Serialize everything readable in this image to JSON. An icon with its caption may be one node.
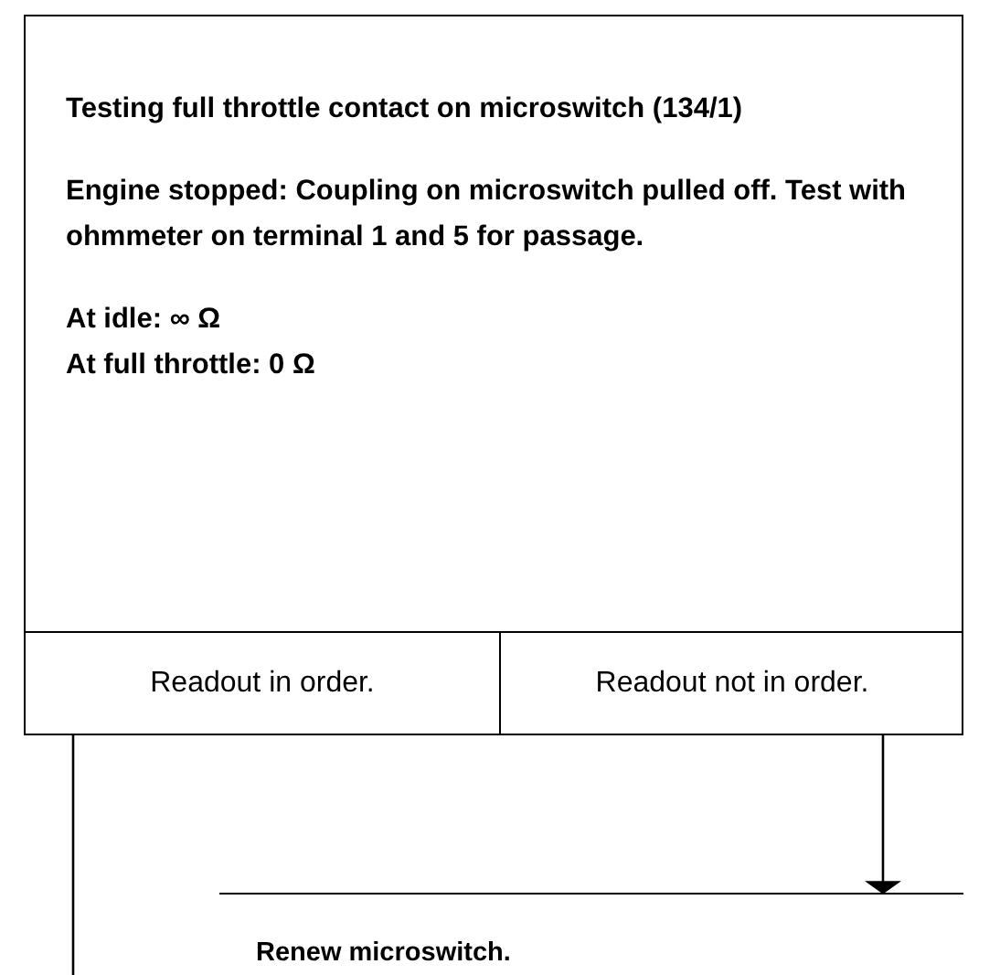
{
  "diagram": {
    "nodes": [
      {
        "text": [
          "Testing full throttle contact on microswitch (134/1)",
          "Engine stopped: Coupling on microswitch pulled off. Test with ohmmeter on terminal 1 and 5 for passage.",
          "At idle: ∞ Ω",
          "At full throttle: 0 Ω"
        ]
      },
      {
        "text": [
          "Readout in order."
        ],
        "in": 0
      },
      {
        "text": [
          "Readout not in order."
        ],
        "in": 0
      },
      {
        "text": [
          "Renew microswitch."
        ]
      }
    ],
    "edges": [
      {
        "from": 2,
        "to": 3,
        "arrow": "to"
      },
      {
        "from": 1,
        "to": null,
        "arrow": "none"
      }
    ]
  }
}
